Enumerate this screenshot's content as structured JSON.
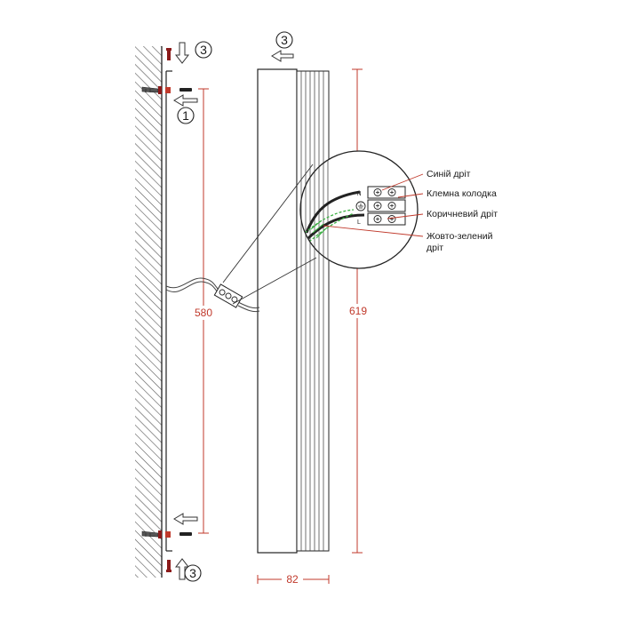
{
  "dimensions": {
    "mount_height": "580",
    "body_height": "619",
    "body_width": "82"
  },
  "steps": {
    "one": "1",
    "three": "3"
  },
  "labels": {
    "blue_wire": "Синій дріт",
    "terminal_block": "Клемна колодка",
    "brown_wire": "Коричневий дріт",
    "yellow_green_line1": "Жовто-зелений",
    "yellow_green_line2": "дріт"
  },
  "terminal_letters": {
    "n": "N",
    "l": "L"
  },
  "colors": {
    "dimension": "#c0392b",
    "wire_green": "#3cb043",
    "wall_hatch": "#555555",
    "screw": "#8b1a1a"
  }
}
